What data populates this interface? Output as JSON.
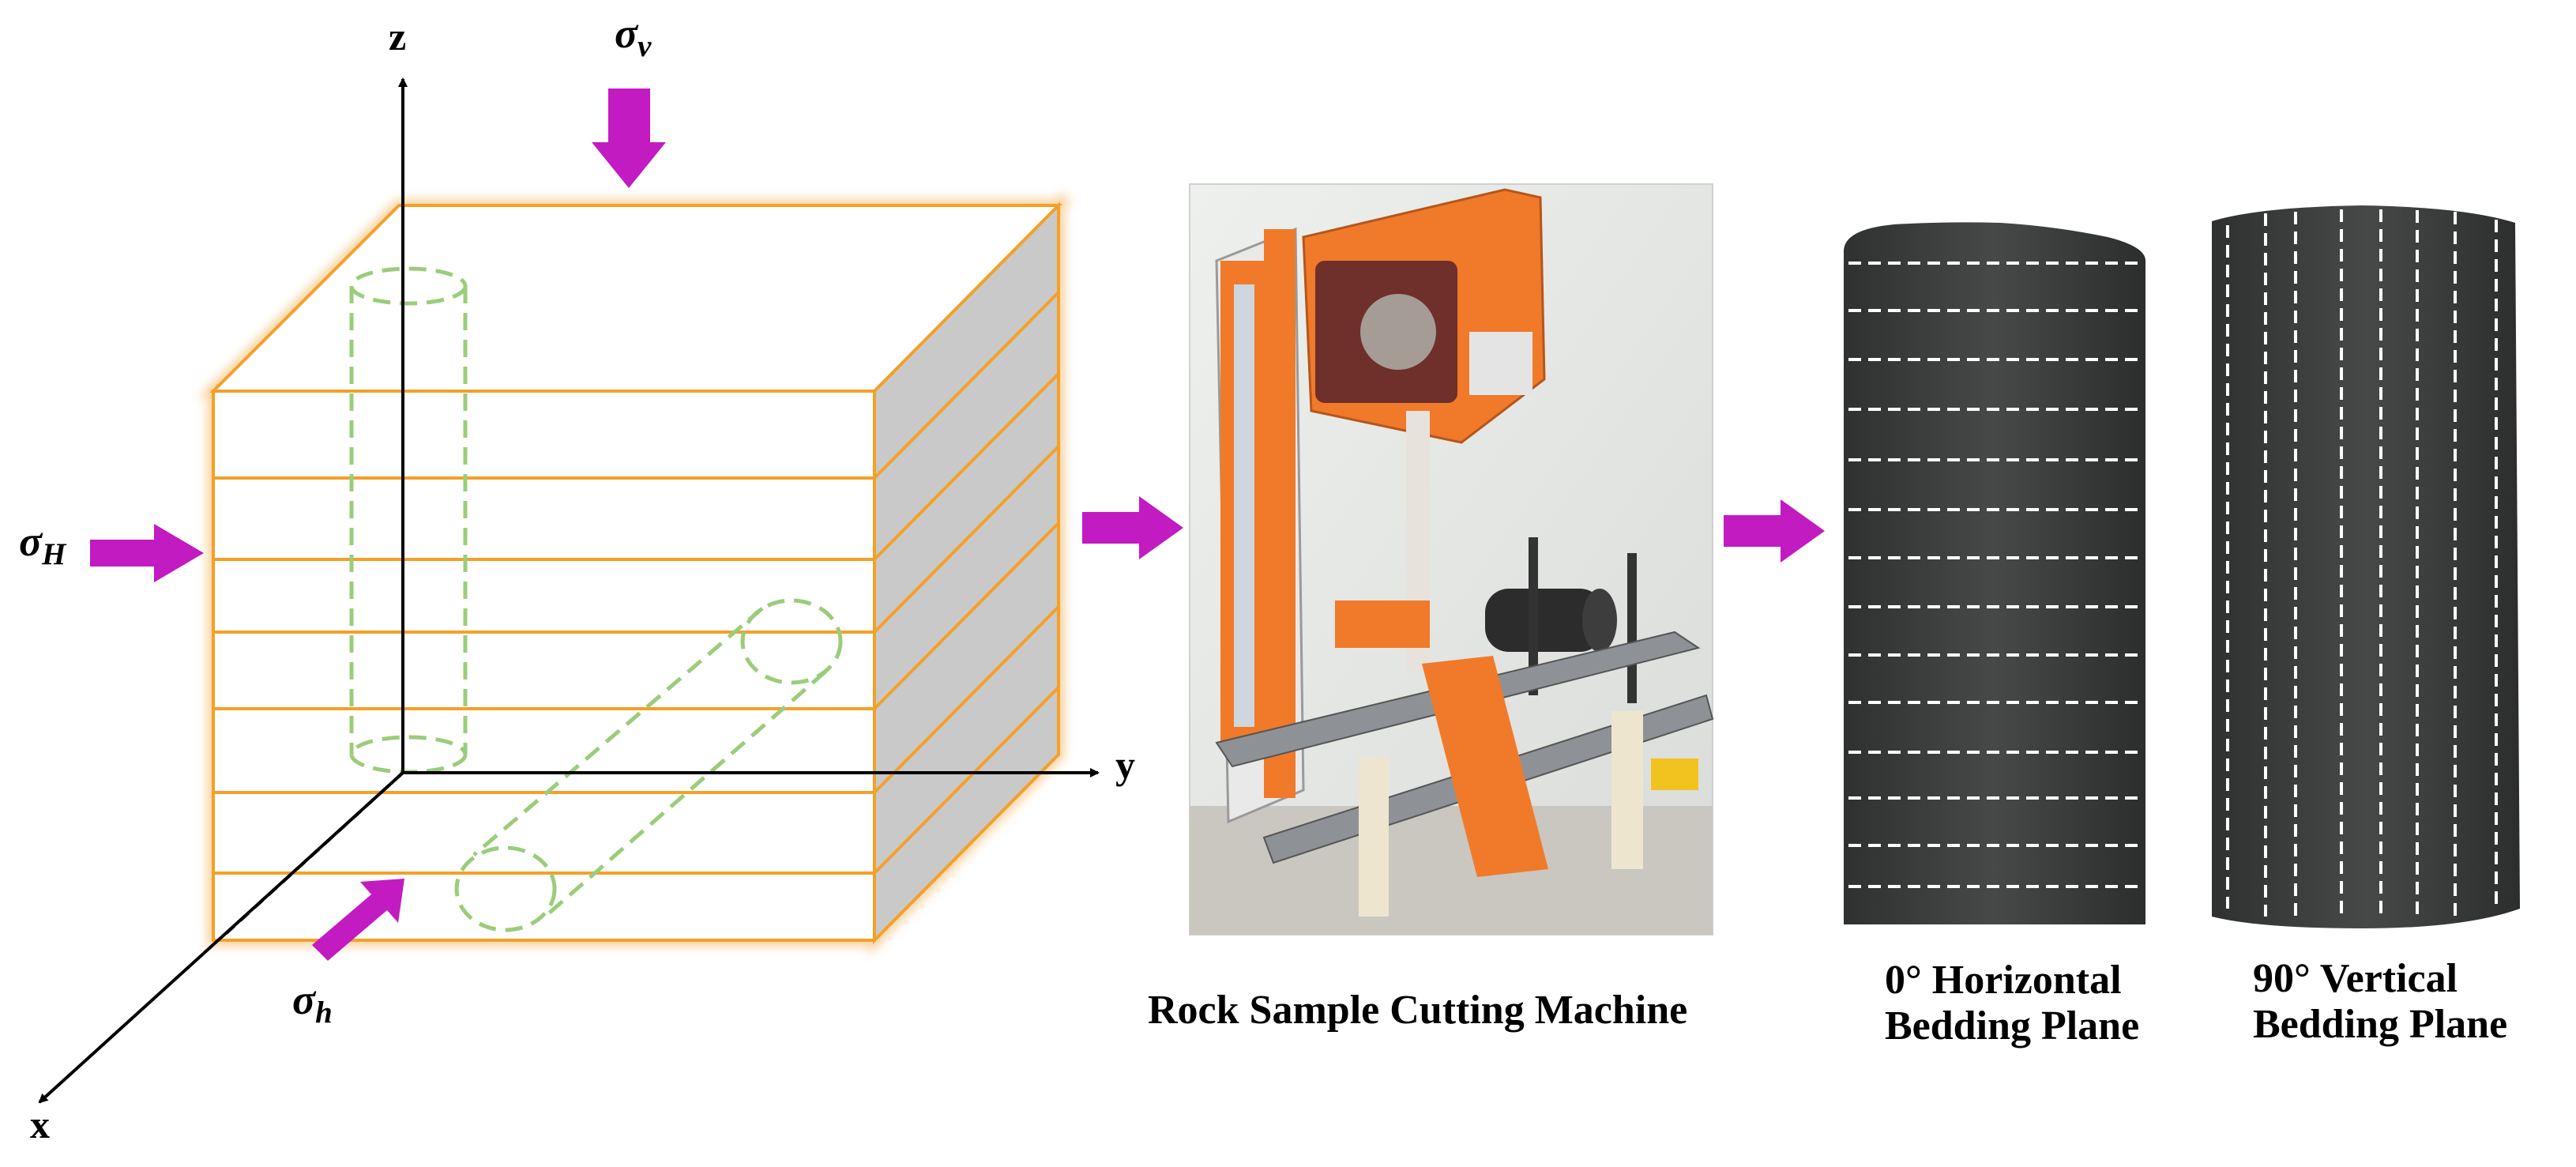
{
  "axes": {
    "z": "z",
    "y": "y",
    "x": "x"
  },
  "stresses": {
    "v": {
      "symbol": "σ",
      "subscript": "v"
    },
    "H": {
      "symbol": "σ",
      "subscript": "H"
    },
    "h": {
      "symbol": "σ",
      "subscript": "h"
    }
  },
  "captions": {
    "machine": "Rock Sample Cutting Machine",
    "horizontal_line1": "0° Horizontal",
    "horizontal_line2": "Bedding Plane",
    "vertical_line1": "90° Vertical",
    "vertical_line2": "Bedding Plane"
  },
  "colors": {
    "arrow": "#c21bc2",
    "block_edge": "#f5a028",
    "block_side": "#c9c9c9",
    "core_outline": "#9acd7a",
    "machine_orange": "#f07a2a",
    "rock": "#3a3d3c"
  },
  "icons": [
    "stress-arrow-icon",
    "flow-arrow-icon"
  ]
}
